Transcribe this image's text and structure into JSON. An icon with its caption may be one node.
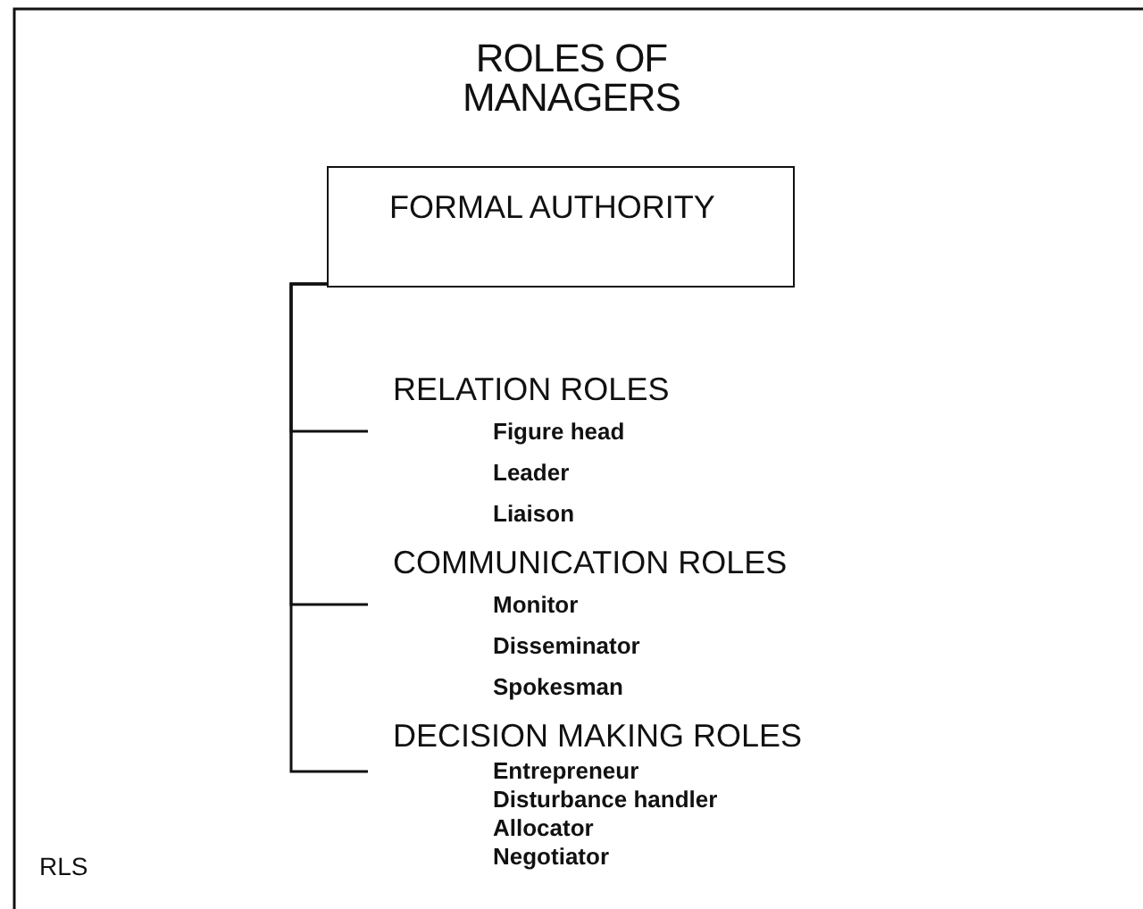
{
  "diagram": {
    "title": "ROLES OF MANAGERS",
    "nodes": [
      {
        "text": [
          "FORMAL AUTHORITY"
        ]
      },
      {
        "text": [
          "RELATION ROLES",
          "Figure head",
          "Leader",
          "Liaison"
        ]
      },
      {
        "text": [
          "COMMUNICATION ROLES",
          "Monitor",
          "Disseminator",
          "Spokesman"
        ]
      },
      {
        "text": [
          "DECISION MAKING ROLES",
          "Entrepreneur",
          "Disturbance handler",
          "Allocator",
          "Negotiator"
        ]
      }
    ],
    "edges": [
      {
        "from": 0,
        "to": 1,
        "arrow": "none"
      },
      {
        "from": 0,
        "to": 2,
        "arrow": "none"
      },
      {
        "from": 0,
        "to": 3,
        "arrow": "none"
      }
    ],
    "labels": [
      "RLS"
    ]
  }
}
